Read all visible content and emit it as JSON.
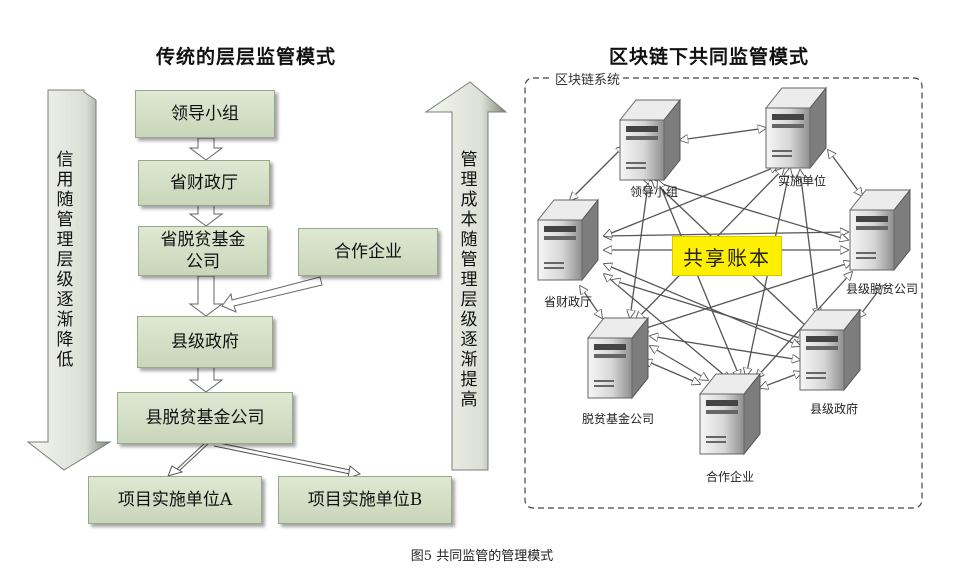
{
  "left": {
    "title": "传统的层层监管模式",
    "credit_arrow_label": "信用随管理层级逐渐降低",
    "cost_arrow_label": "管理成本随管理层级逐渐提高",
    "boxes": {
      "leader": "领导小组",
      "finance": "省财政厅",
      "prov_fund": "省脱贫基金公司",
      "partner": "合作企业",
      "county_gov": "县级政府",
      "county_fund": "县脱贫基金公司",
      "unit_a": "项目实施单位A",
      "unit_b": "项目实施单位B"
    }
  },
  "right": {
    "title": "区块链下共同监管模式",
    "system_label": "区块链系统",
    "ledger_label": "共享账本",
    "nodes": {
      "leader": "领导小组",
      "impl": "实施单位",
      "county_fund": "县级脱贫公司",
      "finance": "省财政厅",
      "fund": "脱贫基金公司",
      "county_gov": "县级政府",
      "partner": "合作企业"
    }
  },
  "caption": "图5  共同监管的管理模式",
  "colors": {
    "box_fill": "#cfdcc1",
    "ledger": "#fff000",
    "arrow_fill": "#ffffff"
  }
}
